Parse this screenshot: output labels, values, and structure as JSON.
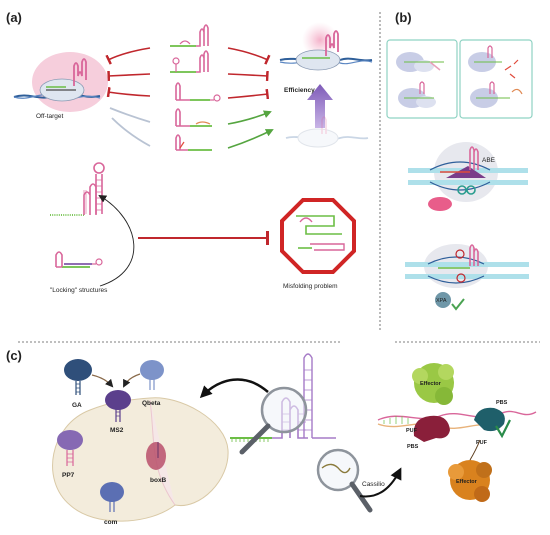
{
  "panels": {
    "a": "(a)",
    "b": "(b)",
    "c": "(c)"
  },
  "panel_a": {
    "off_target": "Off-target",
    "efficiency": "Efficiency",
    "locking": "\"Locking\" structures",
    "misfolding": "Misfolding problem"
  },
  "panel_b": {
    "abe": "ABE",
    "xpao": "XPA"
  },
  "panel_c": {
    "ga": "GA",
    "qbeta": "Qbeta",
    "ms2": "MS2",
    "pp7": "PP7",
    "boxb": "boxB",
    "com": "com",
    "casilio": "Cassilio",
    "effector_top": "Effector",
    "effector_bottom": "Effector",
    "puf_top": "PUF",
    "puf_bottom": "PUF",
    "pbs_top": "PBS",
    "pbs_left": "PBS"
  },
  "colors": {
    "inhibit_red": "#c0272d",
    "activate_green": "#55a540",
    "gray_line": "#b9c3d3",
    "rna_pink": "#d9669a",
    "spacer_green": "#6cbe45",
    "dna_blue": "#2f5f9a",
    "panel_b_border": "#8fd3c3",
    "arrow_purple": "#8e6fc0",
    "effector_green": "#8cc63f",
    "effector_orange": "#d9821e"
  }
}
